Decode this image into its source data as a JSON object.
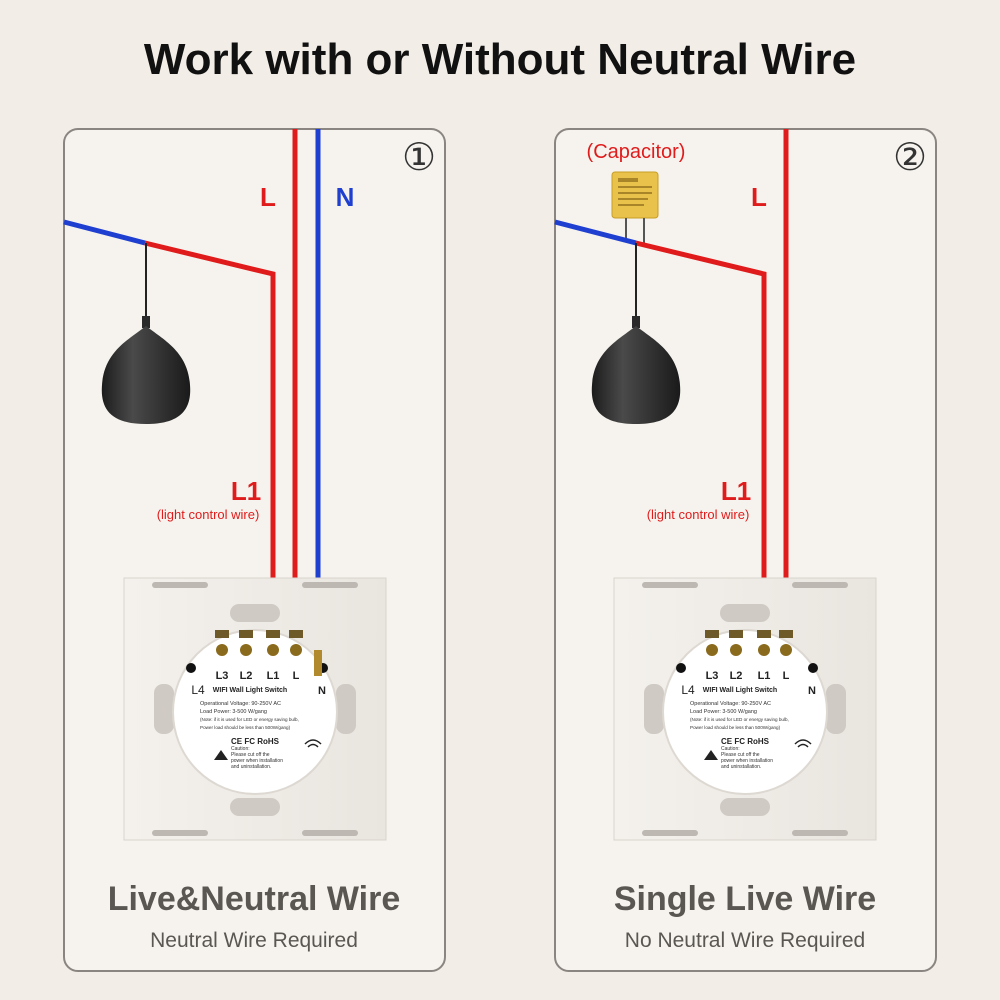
{
  "title": "Work with or Without Neutral Wire",
  "colors": {
    "live": "#e01b1b",
    "neutral": "#1f3fd0",
    "background": "#f2ede6",
    "bulb": "#2f2f2f",
    "capacitor": "#e8c24a"
  },
  "panels": [
    {
      "number": "①",
      "wire_labels": {
        "live": "L",
        "neutral": "N",
        "control": "L1",
        "control_note": "(light control wire)"
      },
      "terminals": [
        "L3",
        "L2",
        "L1",
        "L"
      ],
      "left_terminal": "L4",
      "right_terminal": "N",
      "switch_title": "WIFI Wall Light Switch",
      "specs": [
        "Operational Voltage: 90-250V AC",
        "Load Power: 3-500 W/gang",
        "(Note: if it is used for LED or energy saving bulb,",
        "Power load should be less than 500W/gang)"
      ],
      "certs": "CE FC RoHS",
      "caution": [
        "Caution:",
        "Please cut off the",
        "power when installation",
        "and uninstallation."
      ],
      "heading": "Live&Neutral Wire",
      "subheading": "Neutral Wire Required"
    },
    {
      "number": "②",
      "capacitor_label": "(Capacitor)",
      "wire_labels": {
        "live": "L",
        "control": "L1",
        "control_note": "(light control wire)"
      },
      "terminals": [
        "L3",
        "L2",
        "L1",
        "L"
      ],
      "left_terminal": "L4",
      "right_terminal": "N",
      "switch_title": "WIFI Wall Light Switch",
      "specs": [
        "Operational Voltage: 90-250V AC",
        "Load Power: 3-500 W/gang",
        "(Note: if it is used for LED or energy saving bulb,",
        "Power load should be less than 500W/gang)"
      ],
      "certs": "CE FC RoHS",
      "caution": [
        "Caution:",
        "Please cut off the",
        "power when installation",
        "and uninstallation."
      ],
      "heading": "Single Live Wire",
      "subheading": "No Neutral Wire Required"
    }
  ]
}
